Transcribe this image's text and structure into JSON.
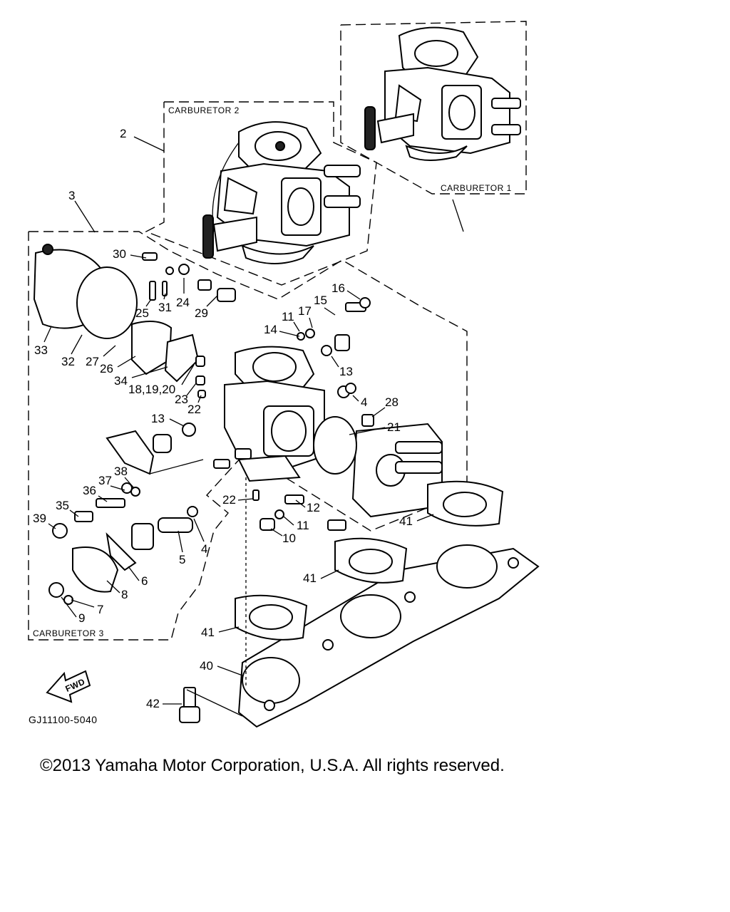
{
  "groups": {
    "carb1": "CARBURETOR 1",
    "carb2": "CARBURETOR 2",
    "carb3": "CARBURETOR 3"
  },
  "callouts": {
    "c2": "2",
    "c3": "3",
    "c30": "30",
    "c24": "24",
    "c25": "25",
    "c31": "31",
    "c29": "29",
    "c16": "16",
    "c15": "15",
    "c11a": "11",
    "c17": "17",
    "c14": "14",
    "c13a": "13",
    "c33": "33",
    "c32": "32",
    "c27": "27",
    "c26": "26",
    "c34": "34",
    "c181920": "18,19,20",
    "c23": "23",
    "c22a": "22",
    "c13b": "13",
    "c4a": "4",
    "c28": "28",
    "c21": "21",
    "c38": "38",
    "c37": "37",
    "c36": "36",
    "c35": "35",
    "c39": "39",
    "c22b": "22",
    "c12": "12",
    "c11b": "11",
    "c10": "10",
    "c5": "5",
    "c4b": "4",
    "c6": "6",
    "c8": "8",
    "c7": "7",
    "c9": "9",
    "c41a": "41",
    "c41b": "41",
    "c41c": "41",
    "c40": "40",
    "c42": "42"
  },
  "fwd_label": "FWD",
  "diagram_code": "GJ11100-5040",
  "copyright": "©2013 Yamaha Motor Corporation, U.S.A. All rights reserved."
}
